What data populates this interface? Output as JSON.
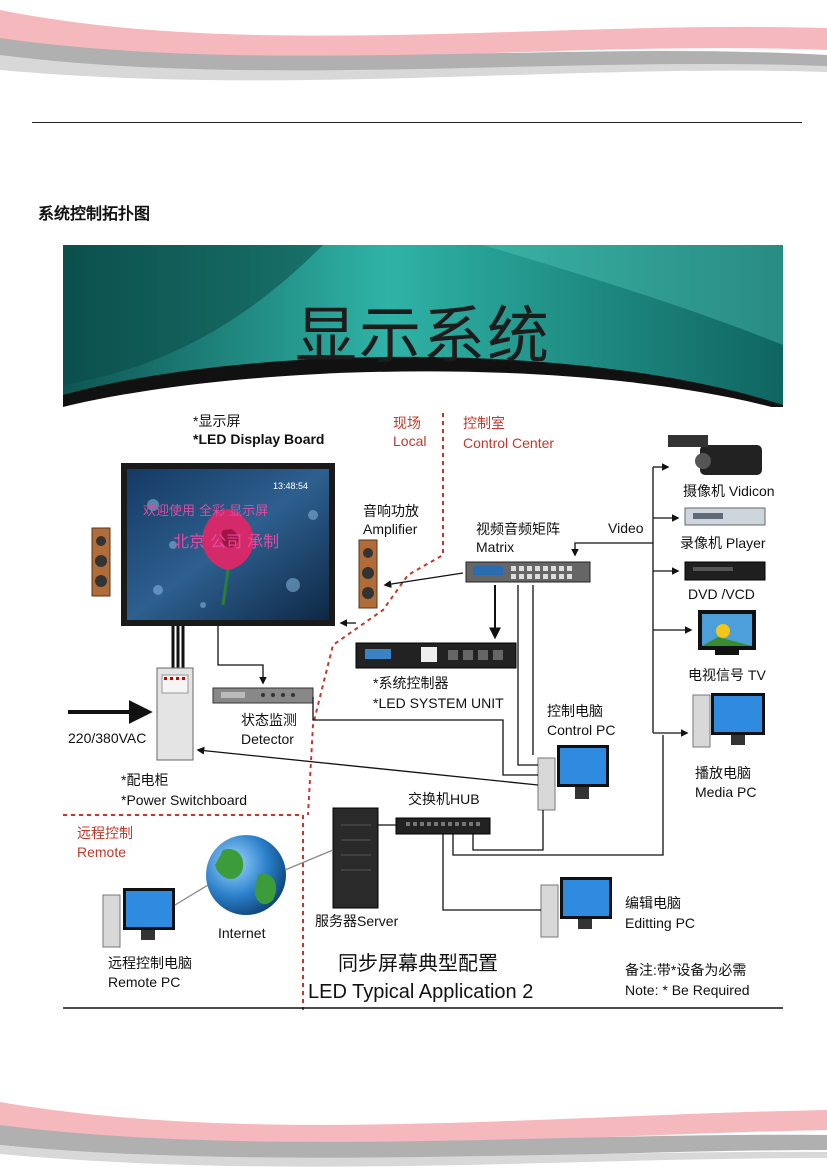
{
  "page": {
    "section_heading": "系统控制拓扑图"
  },
  "banner": {
    "title": "显示系统"
  },
  "zones": {
    "local_cn": "现场",
    "local_en": "Local",
    "control_cn": "控制室",
    "control_en": "Control Center",
    "remote_cn": "远程控制",
    "remote_en": "Remote"
  },
  "devices": {
    "display_cn": "*显示屏",
    "display_en": "*LED Display Board",
    "amplifier_cn": "音响功放",
    "amplifier_en": "Amplifier",
    "matrix_cn": "视频音频矩阵",
    "matrix_en": "Matrix",
    "video_label": "Video",
    "vidicon": "摄像机 Vidicon",
    "player": "录像机 Player",
    "dvd": "DVD /VCD",
    "tv": "电视信号 TV",
    "system_unit_cn": "*系统控制器",
    "system_unit_en": "*LED SYSTEM UNIT",
    "power_in": "220/380VAC",
    "detector_cn": "状态监测",
    "detector_en": "Detector",
    "control_pc_cn": "控制电脑",
    "control_pc_en": "Control PC",
    "media_pc_cn": "播放电脑",
    "media_pc_en": "Media PC",
    "switchboard_cn": "*配电柜",
    "switchboard_en": "*Power Switchboard",
    "hub": "交换机HUB",
    "server": "服务器Server",
    "internet": "Internet",
    "remote_pc_cn": "远程控制电脑",
    "remote_pc_en": "Remote PC",
    "editing_pc_cn": "编辑电脑",
    "editing_pc_en": "Editting PC"
  },
  "screen_content": {
    "clock": "13:48:54",
    "line1": "欢迎使用 全彩 显示屏",
    "line2": "北京 公司 承制"
  },
  "caption": {
    "title_cn": "同步屏幕典型配置",
    "title_en": "LED Typical Application 2",
    "note_cn": "备注:带*设备为必需",
    "note_en": "Note: * Be Required"
  },
  "colors": {
    "banner_teal": "#2aa69a",
    "banner_dark": "#0d5b58",
    "zone_red": "#c0392b",
    "swoosh_pink": "#f2b3b8",
    "swoosh_grey": "#a9a9a9"
  }
}
